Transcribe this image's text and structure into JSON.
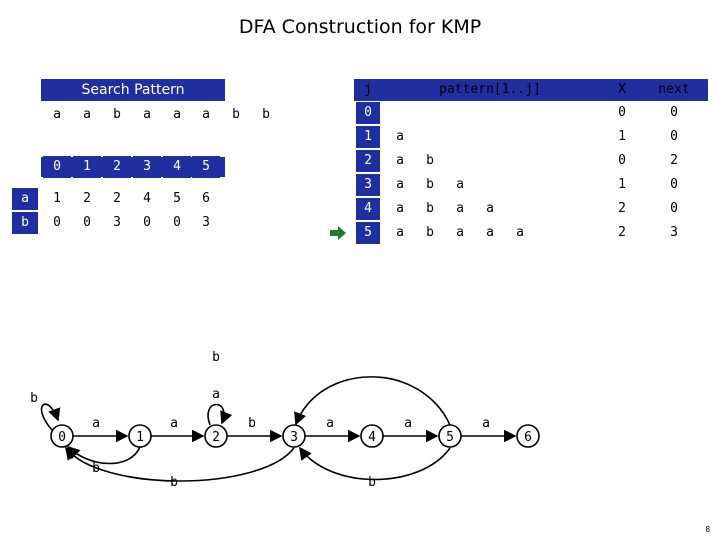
{
  "title": "DFA Construction for KMP",
  "search_pattern": {
    "label": "Search Pattern",
    "chars": [
      "a",
      "a",
      "b",
      "a",
      "a",
      "a",
      "b",
      "b"
    ]
  },
  "dfa_table": {
    "states": [
      "0",
      "1",
      "2",
      "3",
      "4",
      "5"
    ],
    "rows": [
      {
        "sym": "a",
        "vals": [
          "1",
          "2",
          "2",
          "4",
          "5",
          "6"
        ]
      },
      {
        "sym": "b",
        "vals": [
          "0",
          "0",
          "3",
          "0",
          "0",
          "3"
        ]
      }
    ]
  },
  "pattern_table": {
    "headers": {
      "j": "j",
      "pattern": "pattern[1..j]",
      "x": "X",
      "next": "next"
    },
    "rows": [
      {
        "j": "0",
        "chars": [],
        "x": "0",
        "next": "0"
      },
      {
        "j": "1",
        "chars": [
          "a"
        ],
        "x": "1",
        "next": "0"
      },
      {
        "j": "2",
        "chars": [
          "a",
          "b"
        ],
        "x": "0",
        "next": "2"
      },
      {
        "j": "3",
        "chars": [
          "a",
          "b",
          "a"
        ],
        "x": "1",
        "next": "0"
      },
      {
        "j": "4",
        "chars": [
          "a",
          "b",
          "a",
          "a"
        ],
        "x": "2",
        "next": "0"
      },
      {
        "j": "5",
        "chars": [
          "a",
          "b",
          "a",
          "a",
          "a"
        ],
        "x": "2",
        "next": "3"
      }
    ]
  },
  "fsm": {
    "states": [
      "0",
      "1",
      "2",
      "3",
      "4",
      "5",
      "6"
    ],
    "labels": {
      "e01": "a",
      "e12": "a",
      "e23": "b",
      "e34": "a",
      "e45": "a",
      "e56": "a",
      "self0": "b",
      "self2": "a",
      "top": "b",
      "b10": "b",
      "b30": "b",
      "b53": "b"
    }
  },
  "page_number": "8"
}
